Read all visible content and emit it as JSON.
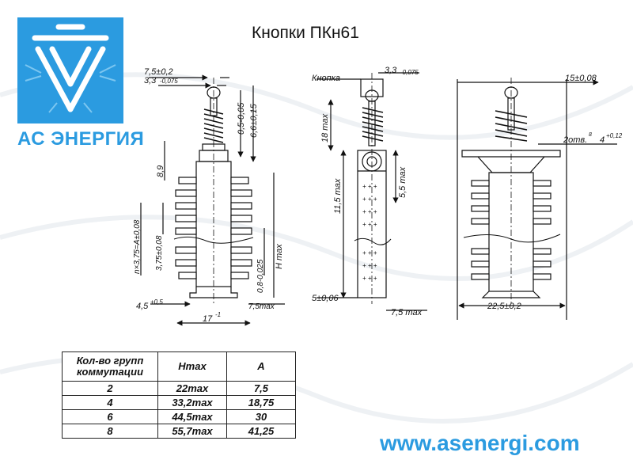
{
  "page": {
    "title": "Кнопки ПКн61",
    "url": "www.asenergi.com"
  },
  "logo": {
    "text": "АС ЭНЕРГИЯ",
    "color": "#2b9be0"
  },
  "drawing": {
    "view1": {
      "dims": [
        "7,5±0,2",
        "3,3",
        "-0,075",
        "0,5-0,05",
        "6,6±0,15",
        "8,9",
        "n×3,75=A±0,08",
        "3,75±0,08",
        "0,8-0,025",
        "H max",
        "4,5",
        "+0,5",
        "17",
        "-1",
        "7,5max"
      ]
    },
    "view2": {
      "dims": [
        "Кнопка",
        "3,3",
        "-0,075",
        "18 max",
        "11,5 max",
        "5,5 max",
        "5±0,06",
        "7,5 max"
      ]
    },
    "view3": {
      "dims": [
        "15±0,08",
        "2отв.",
        "4",
        "+0,12",
        "8",
        "22,5±0,2"
      ]
    }
  },
  "table": {
    "headers": [
      "Кол-во групп коммутации",
      "Hmax",
      "A"
    ],
    "rows": [
      [
        "2",
        "22max",
        "7,5"
      ],
      [
        "4",
        "33,2max",
        "18,75"
      ],
      [
        "6",
        "44,5max",
        "30"
      ],
      [
        "8",
        "55,7max",
        "41,25"
      ]
    ]
  }
}
